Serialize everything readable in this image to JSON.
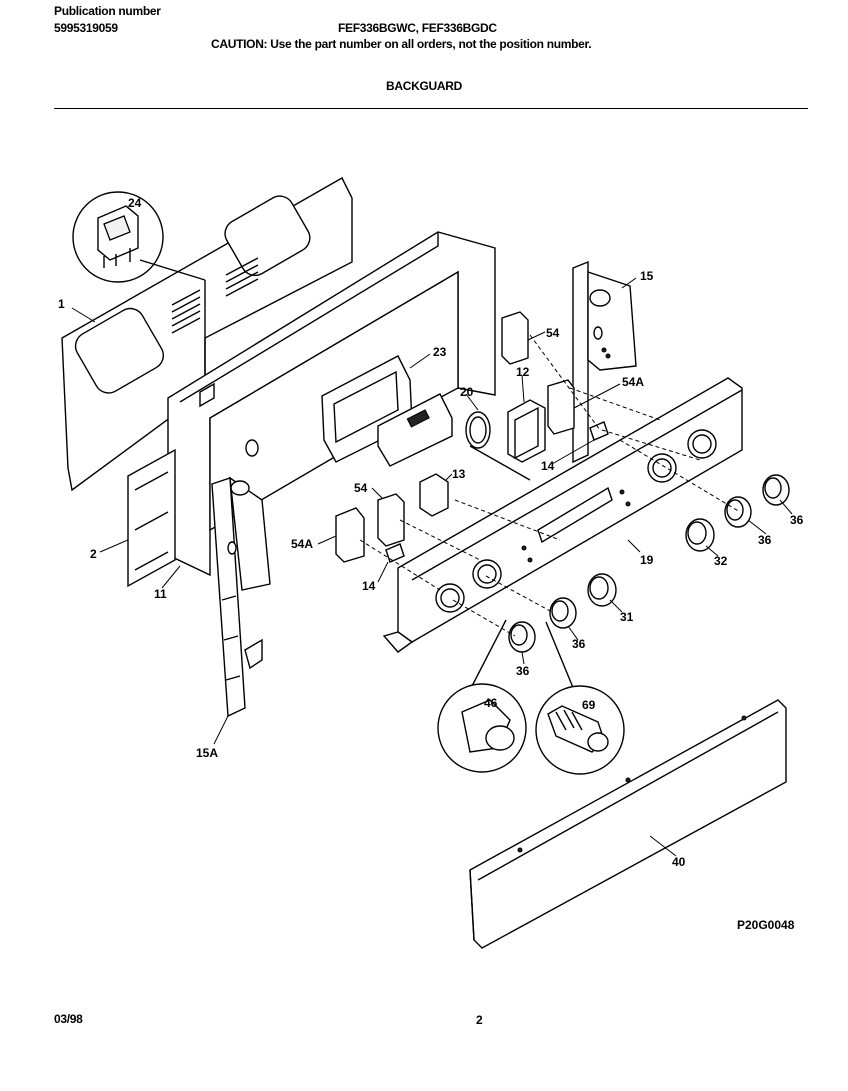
{
  "header": {
    "pub_label": "Publication number",
    "pub_number": "5995319059",
    "models": "FEF336BGWC, FEF336BGDC",
    "caution": "CAUTION:  Use the part number on all orders, not the position number.",
    "section": "BACKGUARD"
  },
  "diagram": {
    "drawing_code": "P20G0048",
    "callouts": [
      "24",
      "1",
      "15",
      "54",
      "23",
      "12",
      "54A",
      "20",
      "13",
      "14",
      "54",
      "2",
      "54A",
      "11",
      "19",
      "14",
      "36",
      "36",
      "32",
      "31",
      "36",
      "36",
      "46",
      "69",
      "15A",
      "40"
    ]
  },
  "footer": {
    "date": "03/98",
    "page": "2"
  }
}
